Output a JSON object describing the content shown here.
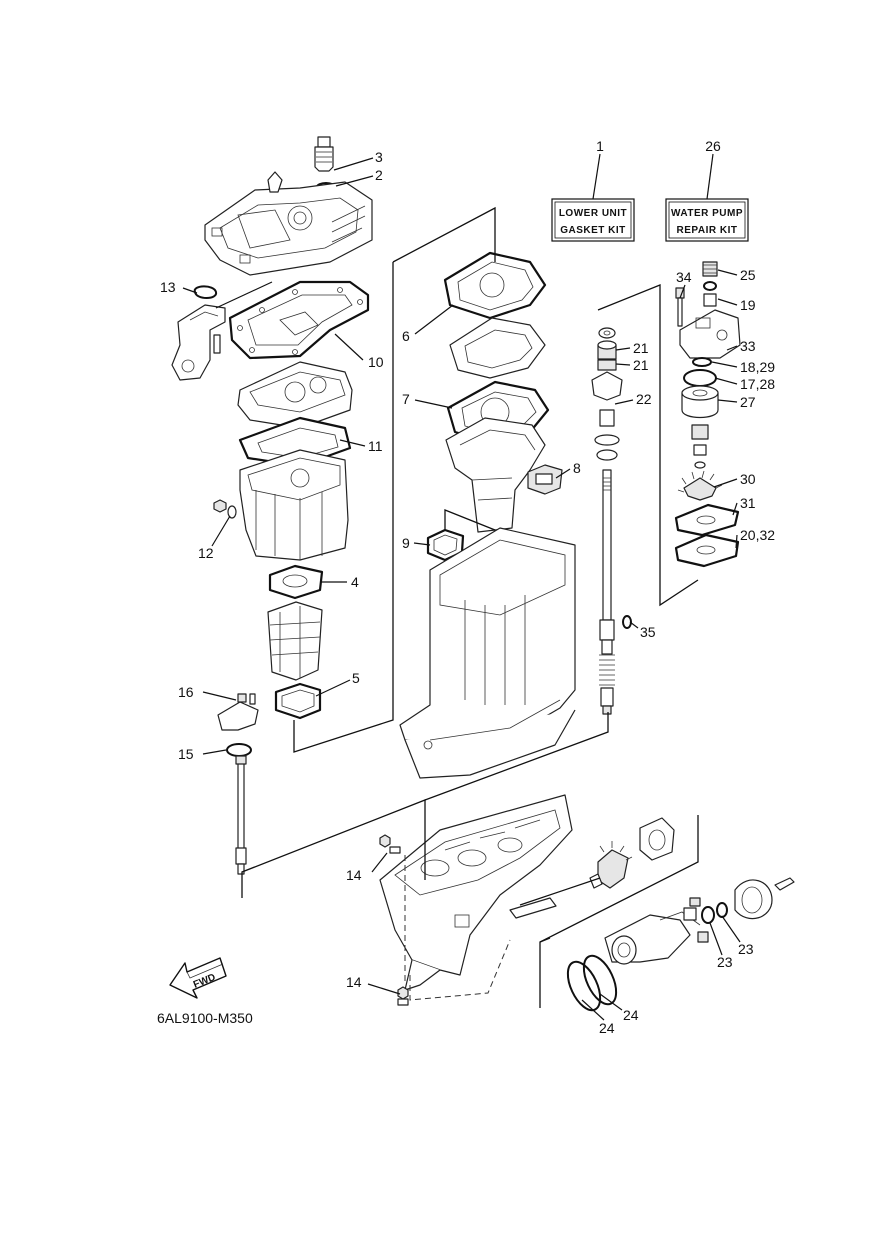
{
  "kits": {
    "lower_unit_line1": "LOWER UNIT",
    "lower_unit_line2": "GASKET KIT",
    "water_pump_line1": "WATER PUMP",
    "water_pump_line2": "REPAIR KIT"
  },
  "callouts": [
    {
      "id": "c1",
      "text": "1"
    },
    {
      "id": "c26",
      "text": "26"
    },
    {
      "id": "c3",
      "text": "3"
    },
    {
      "id": "c2",
      "text": "2"
    },
    {
      "id": "c13",
      "text": "13"
    },
    {
      "id": "c10",
      "text": "10"
    },
    {
      "id": "c6",
      "text": "6"
    },
    {
      "id": "c7",
      "text": "7"
    },
    {
      "id": "c11",
      "text": "11"
    },
    {
      "id": "c8",
      "text": "8"
    },
    {
      "id": "c9",
      "text": "9"
    },
    {
      "id": "c12",
      "text": "12"
    },
    {
      "id": "c4",
      "text": "4"
    },
    {
      "id": "c5",
      "text": "5"
    },
    {
      "id": "c16",
      "text": "16"
    },
    {
      "id": "c15",
      "text": "15"
    },
    {
      "id": "c34",
      "text": "34"
    },
    {
      "id": "c25",
      "text": "25"
    },
    {
      "id": "c19",
      "text": "19"
    },
    {
      "id": "c21a",
      "text": "21"
    },
    {
      "id": "c21b",
      "text": "21"
    },
    {
      "id": "c33",
      "text": "33"
    },
    {
      "id": "c18",
      "text": "18,29"
    },
    {
      "id": "c17",
      "text": "17,28"
    },
    {
      "id": "c22",
      "text": "22"
    },
    {
      "id": "c27",
      "text": "27"
    },
    {
      "id": "c30",
      "text": "30"
    },
    {
      "id": "c31",
      "text": "31"
    },
    {
      "id": "c20",
      "text": "20,32"
    },
    {
      "id": "c35",
      "text": "35"
    },
    {
      "id": "c14a",
      "text": "14"
    },
    {
      "id": "c14b",
      "text": "14"
    },
    {
      "id": "c23a",
      "text": "23"
    },
    {
      "id": "c23b",
      "text": "23"
    },
    {
      "id": "c24a",
      "text": "24"
    },
    {
      "id": "c24b",
      "text": "24"
    }
  ],
  "fwd_label": "FWD",
  "diagram_code": "6AL9100-M350"
}
